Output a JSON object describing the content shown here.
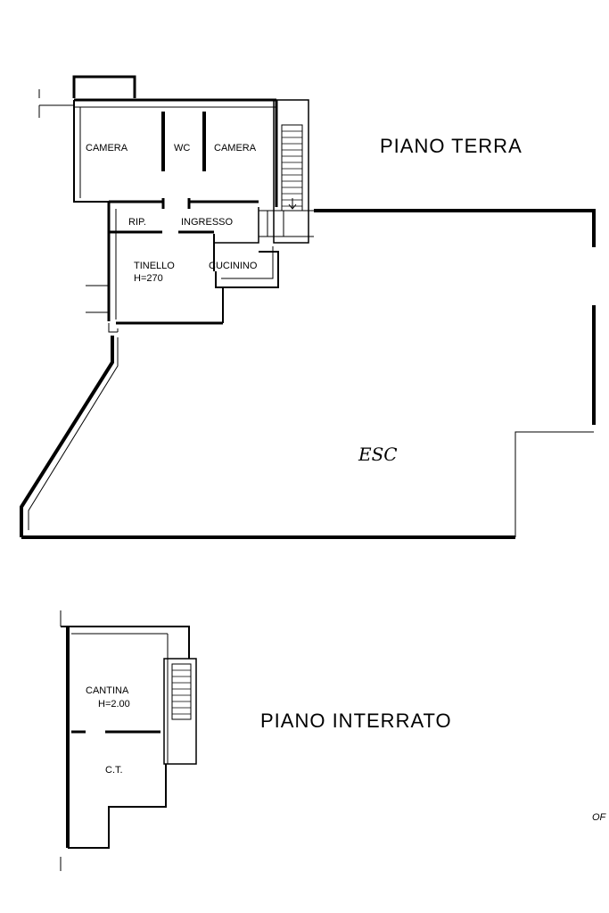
{
  "floors": {
    "ground": {
      "title": "PIANO TERRA",
      "rooms": {
        "camera_1": "CAMERA",
        "wc": "WC",
        "camera_2": "CAMERA",
        "rip": "RIP.",
        "ingresso": "INGRESSO",
        "tinello": "TINELLO",
        "tinello_height": "H=270",
        "cucinino": "CUCININO",
        "esc": "ESC"
      }
    },
    "basement": {
      "title": "PIANO INTERRATO",
      "rooms": {
        "cantina": "CANTINA",
        "cantina_height": "H=2.00",
        "ct": "C.T."
      }
    }
  },
  "corner_text": "OF",
  "colors": {
    "line": "#000000",
    "background": "#ffffff"
  }
}
